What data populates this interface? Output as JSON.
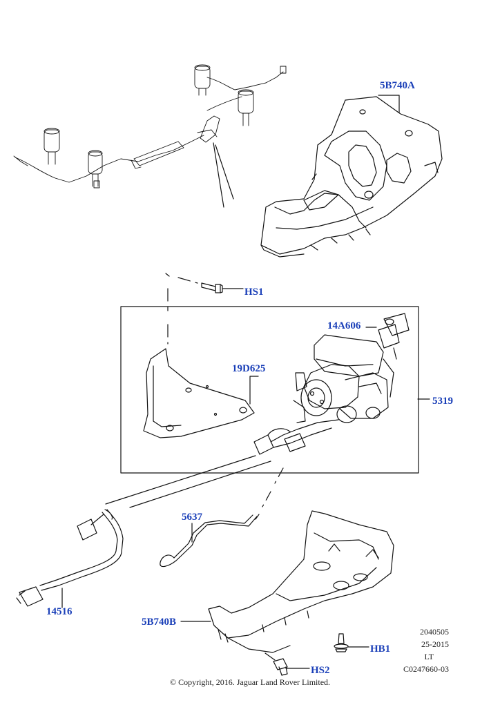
{
  "callouts": {
    "air_spring_cover": "5B740A",
    "bolt_hs1": "HS1",
    "solenoid_valve_block": "14A606",
    "compressor_bracket": "19D625",
    "air_compressor_assembly": "5319",
    "air_pipe": "5637",
    "wiring_harness": "14516",
    "compressor_cover": "5B740B",
    "rivet_hb1": "HB1",
    "bolt_hs2": "HS2"
  },
  "info": {
    "line1": "2040505",
    "line2": "25-2015",
    "line3": "LT",
    "line4": "C0247660-03"
  },
  "copyright": "© Copyright, 2016. Jaguar Land Rover Limited.",
  "colors": {
    "callout": "#1a3fb8",
    "line": "#111111"
  }
}
